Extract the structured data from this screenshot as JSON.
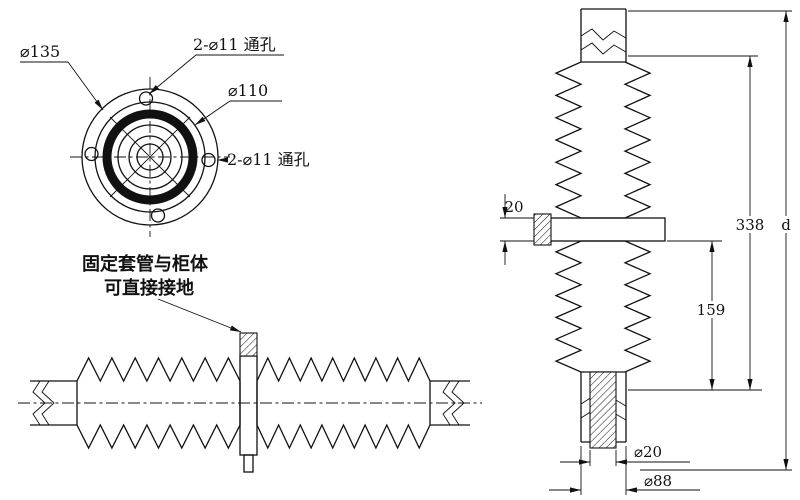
{
  "colors": {
    "ink": "#111111",
    "background": "#ffffff"
  },
  "top_view": {
    "dia_outer_label": "⌀135",
    "through_holes_top_label": "2-⌀11 通孔",
    "dia_bolt_circle_label": "⌀110",
    "through_holes_right_label": "2-⌀11 通孔"
  },
  "note": {
    "line1": "固定套管与柜体",
    "line2": "可直接接地"
  },
  "front_view": {
    "flange_thickness": "20",
    "overall_shed_length": "338",
    "lower_length": "159",
    "total_length_label": "d",
    "conductor_dia": "⌀20",
    "body_dia": "⌀88"
  }
}
